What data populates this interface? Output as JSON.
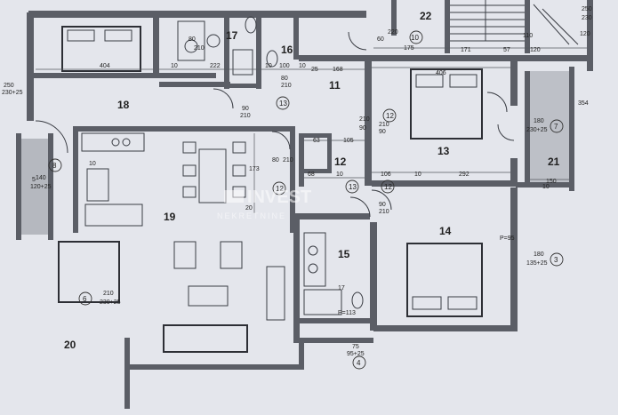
{
  "rooms": [
    {
      "id": "r18",
      "label": "18"
    },
    {
      "id": "r17",
      "label": "17"
    },
    {
      "id": "r16",
      "label": "16"
    },
    {
      "id": "r11",
      "label": "11"
    },
    {
      "id": "r22",
      "label": "22"
    },
    {
      "id": "r13",
      "label": "13"
    },
    {
      "id": "r12",
      "label": "12"
    },
    {
      "id": "r21",
      "label": "21"
    },
    {
      "id": "r19",
      "label": "19"
    },
    {
      "id": "r14",
      "label": "14"
    },
    {
      "id": "r15",
      "label": "15"
    },
    {
      "id": "r20",
      "label": "20"
    }
  ],
  "door_markers": [
    "13",
    "12",
    "12",
    "13",
    "12",
    "7",
    "8",
    "3",
    "4",
    "6",
    "10"
  ],
  "dimensions": {
    "d404": "404",
    "d10a": "10",
    "d222": "222",
    "d10b": "10",
    "d100": "100",
    "d10c": "10",
    "d25": "25",
    "d168": "168",
    "d406": "406",
    "d171": "171",
    "d120a": "120",
    "d120b": "120",
    "d57": "57",
    "d230a": "230",
    "d250a": "250",
    "d250b": "250",
    "d230_25a": "230+25",
    "d90a": "90",
    "d210a": "210",
    "d80a": "80",
    "d210b": "210",
    "d90b": "90",
    "d210c": "210",
    "d63": "63",
    "d105": "105",
    "d68": "68",
    "d10d": "10",
    "d106": "106",
    "d10e": "10",
    "d292": "292",
    "d150": "150",
    "d180a": "180",
    "d230_25b": "230+25",
    "d354": "354",
    "d90c": "90",
    "d210d": "210",
    "d173": "173",
    "d80b": "80",
    "d210e": "210",
    "d140": "140",
    "d120_25": "120+25",
    "d5": "5",
    "d10f": "10",
    "d20": "20",
    "d180b": "180",
    "d135_25": "135+25",
    "dp95": "P=95",
    "d210f": "210",
    "d230_25c": "230+25",
    "d75": "75",
    "d95_25": "95+25",
    "d220": "220",
    "d175": "175",
    "d60a": "60",
    "d80c": "80",
    "d210g": "210",
    "d90d": "90",
    "d210h": "210",
    "d17": "17",
    "dp113": "P=113",
    "d10g": "10",
    "d110": "110"
  },
  "watermark": {
    "brand": "INVEST",
    "tagline": "NEKRETNINE"
  }
}
